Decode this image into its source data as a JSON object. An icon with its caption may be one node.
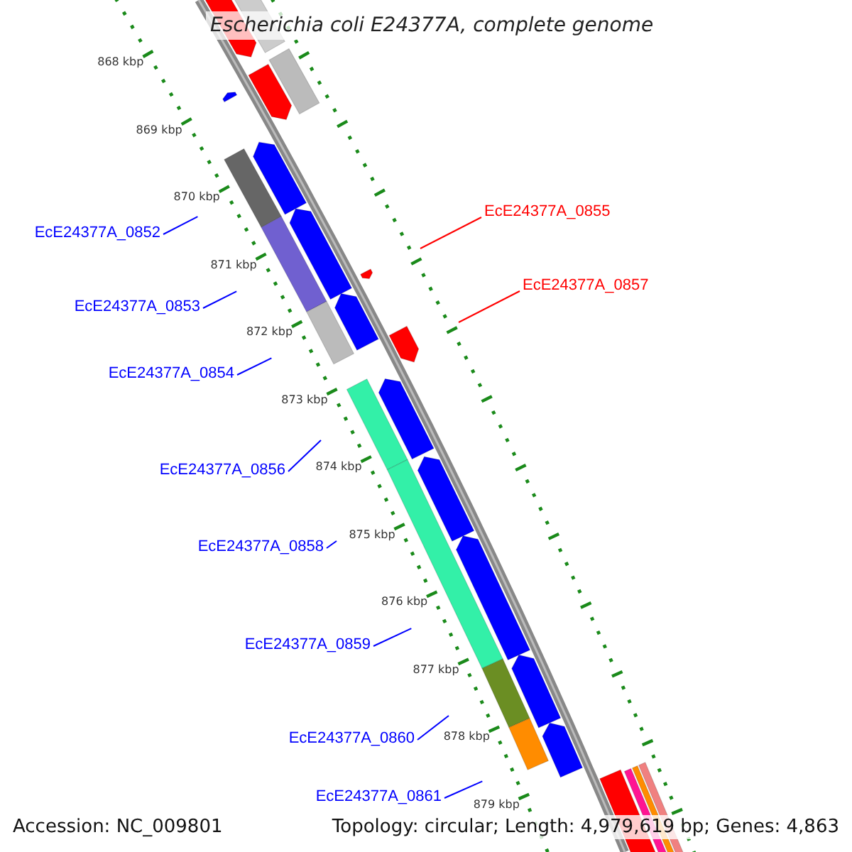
{
  "diagram": {
    "title": "Escherichia coli E24377A, complete genome",
    "nodes": [
      {
        "text": [
          "EcE24377A_0855"
        ]
      },
      {
        "text": [
          "EcE24377A_0852"
        ]
      },
      {
        "text": [
          "EcE24377A_0857"
        ]
      },
      {
        "text": [
          "EcE24377A_0853"
        ]
      },
      {
        "text": [
          "EcE24377A_0854"
        ]
      },
      {
        "text": [
          "EcE24377A_0856"
        ]
      },
      {
        "text": [
          "EcE24377A_0858"
        ]
      },
      {
        "text": [
          "EcE24377A_0859"
        ]
      },
      {
        "text": [
          "EcE24377A_0860"
        ]
      },
      {
        "text": [
          "EcE24377A_0861"
        ]
      }
    ],
    "edges": [
      {
        "from": 0,
        "to": null,
        "arrow": "none",
        "color": "#ff0000"
      },
      {
        "from": 1,
        "to": null,
        "arrow": "none"
      },
      {
        "from": 2,
        "to": null,
        "arrow": "none",
        "color": "#ff0000"
      },
      {
        "from": 3,
        "to": null,
        "arrow": "none"
      },
      {
        "from": 4,
        "to": null,
        "arrow": "none"
      },
      {
        "from": 5,
        "to": null,
        "arrow": "none"
      },
      {
        "from": 6,
        "to": null,
        "arrow": "none"
      },
      {
        "from": 7,
        "to": null,
        "arrow": "none"
      },
      {
        "from": 8,
        "to": null,
        "arrow": "none"
      },
      {
        "from": 9,
        "to": null,
        "arrow": "none"
      }
    ],
    "labels": [
      "868 kbp",
      "869 kbp",
      "870 kbp",
      "871 kbp",
      "872 kbp",
      "873 kbp",
      "874 kbp",
      "875 kbp",
      "876 kbp",
      "877 kbp",
      "878 kbp",
      "879 kbp",
      "Accession: NC_009801",
      "Topology: circular; Length: 4,979,619 bp; Genes: 4,863"
    ]
  }
}
